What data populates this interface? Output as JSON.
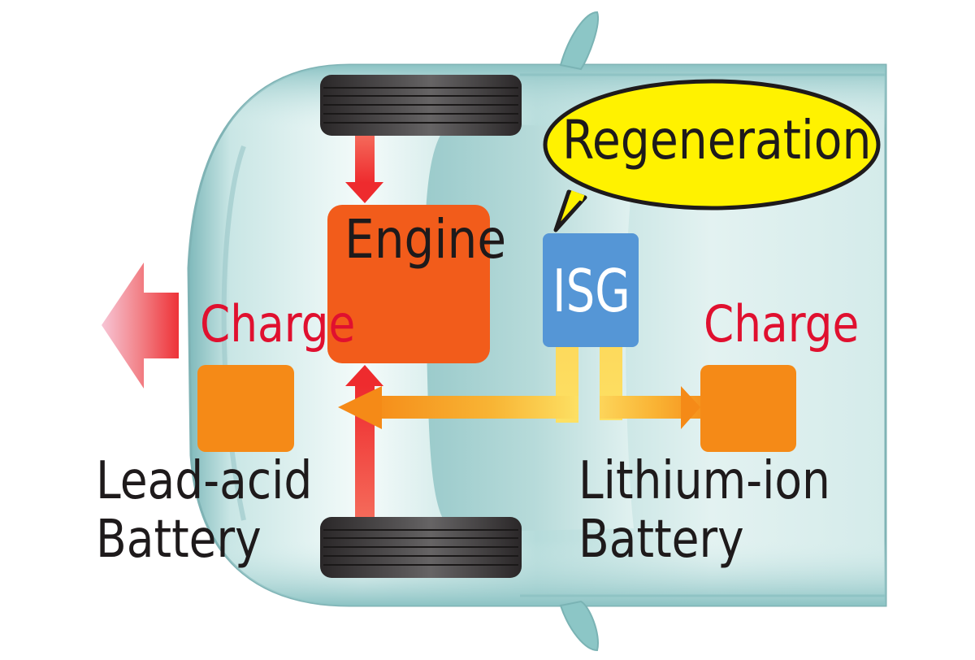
{
  "diagram": {
    "type": "mild-hybrid regeneration flow (top view of car)",
    "nodes": {
      "engine": {
        "label": "Engine",
        "color": "#f25c1b"
      },
      "isg": {
        "label": "ISG",
        "color": "#5596d6"
      },
      "lead_acid_battery": {
        "label_line1": "Lead-acid",
        "label_line2": "Battery",
        "color": "#f58a17"
      },
      "lithium_ion_battery": {
        "label_line1": "Lithium-ion",
        "label_line2": "Battery",
        "color": "#f58a17"
      }
    },
    "callout": {
      "text": "Regeneration",
      "fill": "#fff200",
      "stroke": "#1e1a1b"
    },
    "charge_labels": {
      "left": "Charge",
      "right": "Charge",
      "color": "#e0102f"
    },
    "arrows": [
      {
        "from": "front-wheel",
        "to": "engine",
        "color": "#ee3737"
      },
      {
        "from": "rear-wheel",
        "to": "engine",
        "color": "#ee3737"
      },
      {
        "from": "isg",
        "to": "lead_acid_battery",
        "color": "#f7a027"
      },
      {
        "from": "isg",
        "to": "lithium_ion_battery",
        "color": "#f7a027"
      },
      {
        "direction": "forward (left)",
        "color": "#ee3737"
      }
    ],
    "colors": {
      "car_body": "#a9d6d6",
      "tire": "#2d2a2b",
      "text": "#1e1a1b"
    }
  }
}
